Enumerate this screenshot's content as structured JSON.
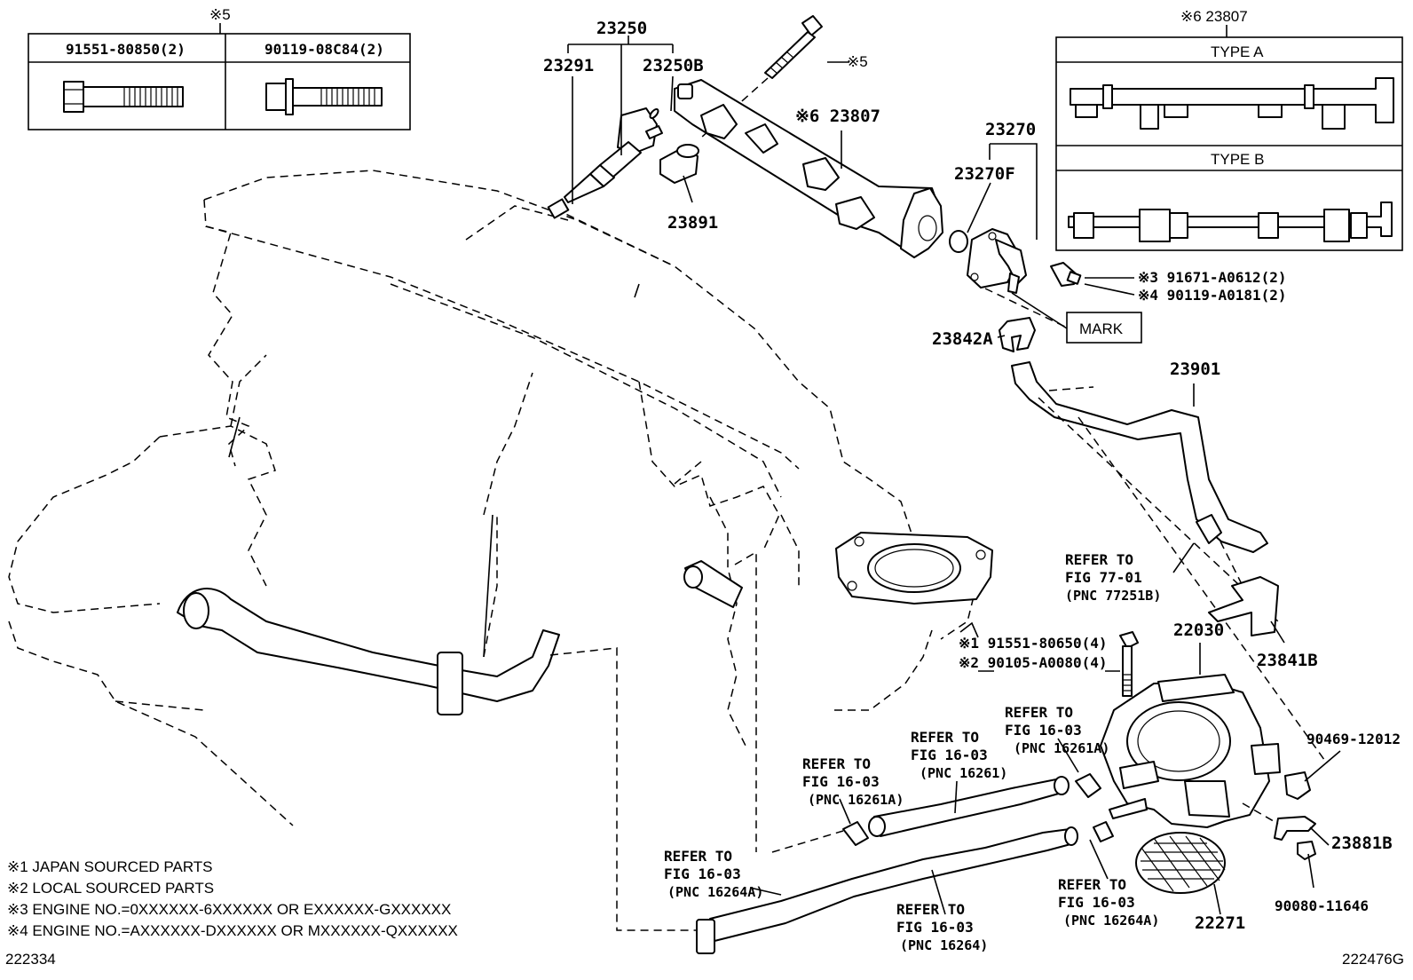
{
  "bolt_table": {
    "mark": "※5",
    "col1": "91551-80850(2)",
    "col2": "90119-08C84(2)"
  },
  "labels": {
    "p23250": "23250",
    "p23291": "23291",
    "p23250b": "23250B",
    "p23891": "23891",
    "mark5": "※5",
    "p23807": "※6 23807",
    "p23270": "23270",
    "p23270f": "23270F",
    "bolt3": "※3 91671-A0612(2)",
    "bolt4": "※4 90119-A0181(2)",
    "mark_box": "MARK",
    "p23842a": "23842A",
    "p23901": "23901",
    "p23841b": "23841B",
    "p22030": "22030",
    "bolt1": "※1 91551-80650(4)",
    "bolt2": "※2 90105-A0080(4)",
    "p90469": "90469-12012",
    "p23881b": "23881B",
    "p90080": "90080-11646",
    "p22271": "22271"
  },
  "type_box": {
    "title": "※6 23807",
    "type_a": "TYPE A",
    "type_b": "TYPE B"
  },
  "refs": {
    "r1": [
      "REFER TO",
      "FIG 77-01",
      "(PNC 77251B)"
    ],
    "r2": [
      "REFER TO",
      "FIG 16-03",
      "(PNC 16261A)"
    ],
    "r3": [
      "REFER TO",
      "FIG 16-03",
      "(PNC 16261)"
    ],
    "r4": [
      "REFER TO",
      "FIG 16-03",
      "(PNC 16261A)"
    ],
    "r5": [
      "REFER TO",
      "FIG 16-03",
      "(PNC 16264A)"
    ],
    "r6": [
      "REFER TO",
      "FIG 16-03",
      "(PNC 16264)"
    ],
    "r7": [
      "REFER TO",
      "FIG 16-03",
      "(PNC 16264A)"
    ]
  },
  "notes": [
    "※1 JAPAN SOURCED PARTS",
    "※2 LOCAL SOURCED PARTS",
    "※3 ENGINE NO.=0XXXXXX-6XXXXXX OR EXXXXXX-GXXXXXX",
    "※4 ENGINE NO.=AXXXXXX-DXXXXXX OR MXXXXXX-QXXXXXX"
  ],
  "codes": {
    "left": "222334",
    "right": "222476G"
  }
}
